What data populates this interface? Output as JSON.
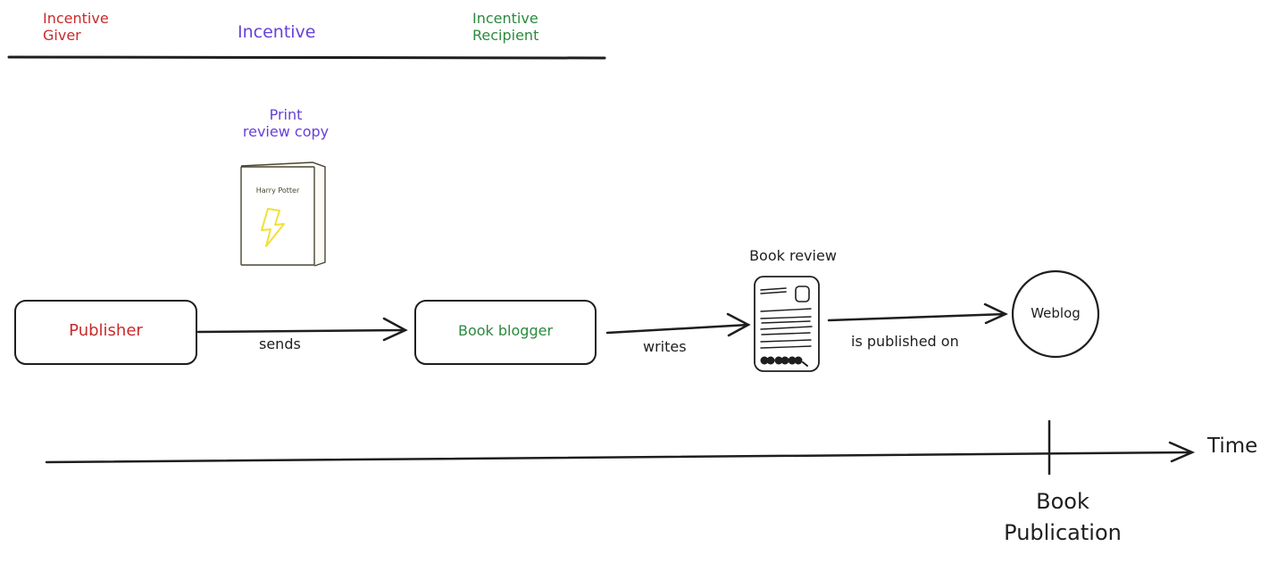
{
  "colors": {
    "giver": "#c92a2a",
    "incentive": "#6741d9",
    "recipient": "#2b8a3e",
    "ink": "#1e1e1e",
    "bolt": "#f0e03a",
    "book_stroke": "#4a4630"
  },
  "legend": {
    "giver": "Incentive\nGiver",
    "incentive": "Incentive",
    "recipient": "Incentive\nRecipient"
  },
  "incentive_item": {
    "label": "Print\nreview copy",
    "book_title": "Harry Potter",
    "icon": "lightning-bolt-icon"
  },
  "nodes": {
    "publisher": "Publisher",
    "blogger": "Book blogger",
    "review_label": "Book review",
    "review_icon": "document-icon",
    "weblog": "Weblog"
  },
  "edges": {
    "sends": "sends",
    "writes": "writes",
    "published_on": "is published on"
  },
  "timeline": {
    "axis_label": "Time",
    "marker_label": "Book\nPublication"
  }
}
